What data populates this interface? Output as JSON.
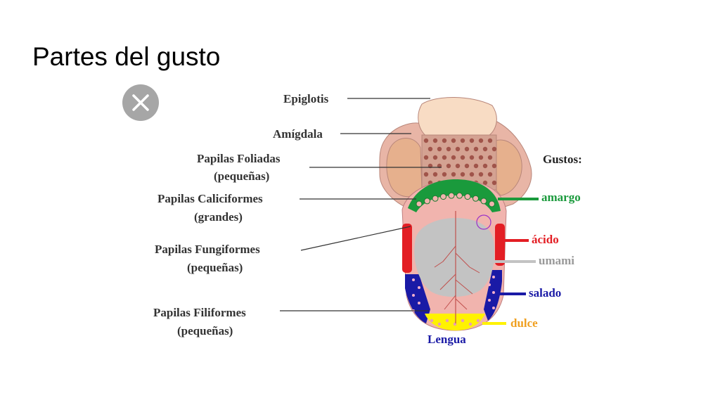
{
  "slide": {
    "title": "Partes del gusto",
    "close_icon": "close-icon"
  },
  "diagram": {
    "labels": {
      "epiglotis": "Epiglotis",
      "amigdala": "Amígdala",
      "foliadas_1": "Papilas Foliadas",
      "foliadas_2": "(pequeñas)",
      "caliciformes_1": "Papilas Caliciformes",
      "caliciformes_2": "(grandes)",
      "fungiformes_1": "Papilas Fungiformes",
      "fungiformes_2": "(pequeñas)",
      "filiformes_1": "Papilas Filiformes",
      "filiformes_2": "(pequeñas)",
      "lengua": "Lengua"
    },
    "gustos_title": "Gustos:",
    "tastes": [
      {
        "name": "amargo",
        "color": "#1a9a3c"
      },
      {
        "name": "ácido",
        "color": "#e31e24"
      },
      {
        "name": "umami",
        "color": "#999999"
      },
      {
        "name": "salado",
        "color": "#1a1aa6"
      },
      {
        "name": "dulce",
        "color": "#f0a020"
      }
    ],
    "colors": {
      "tongue": "#f1b4ae",
      "tongue_back": "#e8a59a",
      "epiglottis": "#f8dcc4",
      "tonsil": "#e6b08d",
      "center": "#c3c3c3",
      "sweet_zone": "#fff200",
      "lengua_text": "#1a1aa6"
    }
  }
}
